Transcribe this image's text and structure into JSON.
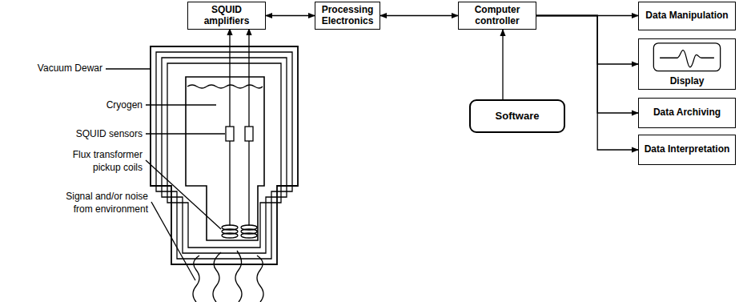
{
  "diagram": {
    "nodes": [
      {
        "text": [
          "SQUID amplifiers"
        ]
      },
      {
        "text": [
          "Processing Electronics"
        ]
      },
      {
        "text": [
          "Computer controller"
        ]
      },
      {
        "text": [
          "Software"
        ]
      },
      {
        "text": [
          "Data Manipulation"
        ]
      },
      {
        "text": [
          "Display"
        ]
      },
      {
        "text": [
          "Data Archiving"
        ]
      },
      {
        "text": [
          "Data Interpretation"
        ]
      }
    ],
    "edges": [
      {
        "from": 0,
        "to": 1,
        "arrow": "both"
      },
      {
        "from": 1,
        "to": 2,
        "arrow": "both"
      },
      {
        "from": 3,
        "to": 2,
        "arrow": "to"
      },
      {
        "from": 2,
        "to": 4,
        "arrow": "to"
      },
      {
        "from": 2,
        "to": 5,
        "arrow": "to"
      },
      {
        "from": 2,
        "to": 6,
        "arrow": "to"
      },
      {
        "from": 2,
        "to": 7,
        "arrow": "to"
      }
    ],
    "labels": [
      "Vacuum Dewar",
      "Cryogen",
      "SQUID sensors",
      "Flux transformer pickup coils",
      "Signal and/or noise from environment"
    ]
  }
}
